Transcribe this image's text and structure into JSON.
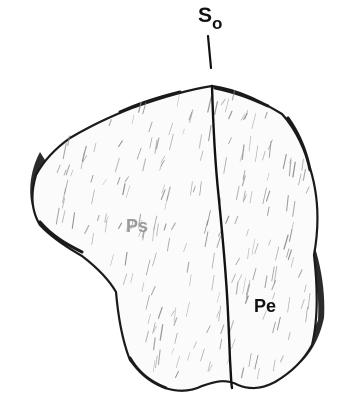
{
  "figure": {
    "labels": {
      "surface_main": "S",
      "surface_sub": "o",
      "region_left": "Ps",
      "region_right": "Pe"
    },
    "colors": {
      "background": "#ffffff",
      "outline": "#1a1a1a",
      "shadow": "#2b2b2b",
      "hatch": "#8a8a8a",
      "trace": "#111111",
      "label_dark": "#111111",
      "label_muted": "#9a9a9a"
    }
  }
}
